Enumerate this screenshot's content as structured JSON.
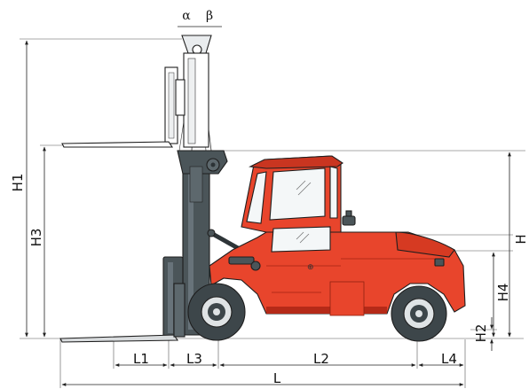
{
  "labels": {
    "alpha": "α",
    "beta": "β",
    "H1": "H1",
    "H3": "H3",
    "H": "H",
    "H4": "H4",
    "H2": "H2",
    "L1": "L1",
    "L3": "L3",
    "L2": "L2",
    "L4": "L4",
    "L": "L"
  },
  "colors": {
    "body_red": "#e8452c",
    "body_shadow": "#b52a18",
    "mast_gray": "#4b5559",
    "tire_dark": "#3d464a",
    "fork_gray": "#d9dcde",
    "glass": "#f4f7f8"
  }
}
